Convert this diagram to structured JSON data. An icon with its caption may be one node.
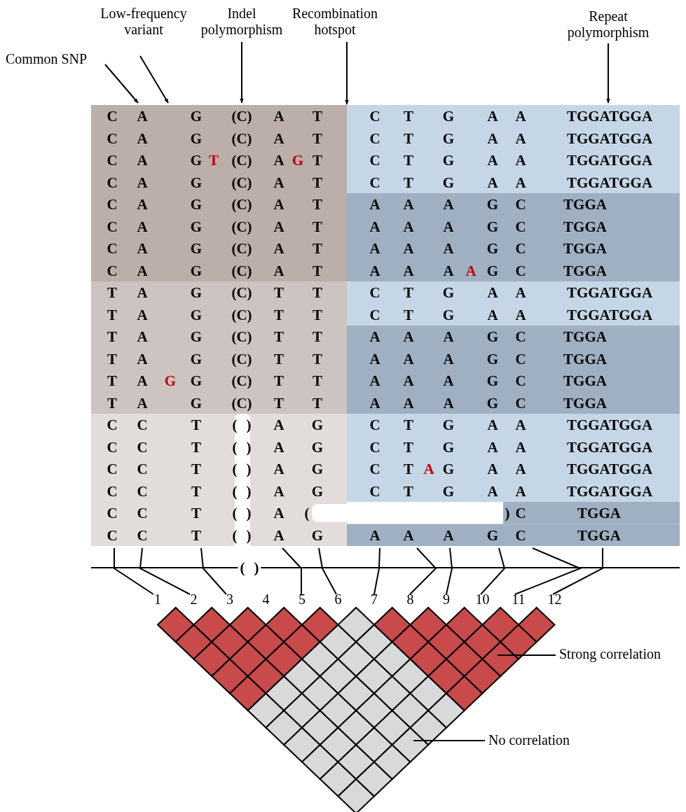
{
  "diagram": {
    "nodes": [
      {
        "text": [
          "Common SNP"
        ]
      },
      {
        "text": [
          "Low-frequency variant"
        ]
      },
      {
        "text": [
          "Indel polymorphism"
        ]
      },
      {
        "text": [
          "Recombination hotspot"
        ]
      },
      {
        "text": [
          "Repeat polymorphism"
        ]
      },
      {
        "text": [
          "1"
        ]
      },
      {
        "text": [
          "2"
        ]
      },
      {
        "text": [
          "3"
        ]
      },
      {
        "text": [
          "4"
        ]
      },
      {
        "text": [
          "5"
        ]
      },
      {
        "text": [
          "6"
        ]
      },
      {
        "text": [
          "7"
        ]
      },
      {
        "text": [
          "8"
        ]
      },
      {
        "text": [
          "9"
        ]
      },
      {
        "text": [
          "10"
        ]
      },
      {
        "text": [
          "11"
        ]
      },
      {
        "text": [
          "12"
        ]
      },
      {
        "text": [
          "Strong correlation"
        ]
      },
      {
        "text": [
          "No correlation"
        ]
      },
      {
        "text": [],
        "shape": "box"
      }
    ],
    "edges": [
      {
        "from": 0,
        "to": 19,
        "arrow": "to"
      },
      {
        "from": 1,
        "to": 19,
        "arrow": "to"
      },
      {
        "from": 2,
        "to": 19,
        "arrow": "to"
      },
      {
        "from": 3,
        "to": 19,
        "arrow": "to"
      },
      {
        "from": 4,
        "to": 19,
        "arrow": "to"
      },
      {
        "from": 5,
        "to": 19,
        "arrow": "none"
      },
      {
        "from": 6,
        "to": 19,
        "arrow": "none"
      },
      {
        "from": 7,
        "to": 19,
        "arrow": "none"
      },
      {
        "from": 9,
        "to": 19,
        "arrow": "none"
      },
      {
        "from": 10,
        "to": 19,
        "arrow": "none"
      },
      {
        "from": 11,
        "to": 19,
        "arrow": "none"
      },
      {
        "from": 12,
        "to": 19,
        "arrow": "none"
      },
      {
        "from": 13,
        "to": 19,
        "arrow": "none"
      },
      {
        "from": 14,
        "to": 19,
        "arrow": "none"
      },
      {
        "from": 15,
        "to": 19,
        "arrow": "none"
      },
      {
        "from": 16,
        "to": 19,
        "arrow": "none"
      },
      {
        "from": 17,
        "to": null,
        "arrow": "none"
      },
      {
        "from": 18,
        "to": null,
        "arrow": "none"
      }
    ],
    "labels": [
      "C",
      "A",
      "G",
      "(C)",
      "A",
      "T",
      "C",
      "T",
      "G",
      "A",
      "A",
      "TGGATGGA",
      "C",
      "A",
      "G",
      "(C)",
      "A",
      "T",
      "C",
      "T",
      "G",
      "A",
      "A",
      "TGGATGGA",
      "C",
      "A",
      "G",
      "T",
      "(C)",
      "A",
      "G",
      "T",
      "C",
      "T",
      "G",
      "A",
      "A",
      "TGGATGGA",
      "C",
      "A",
      "G",
      "(C)",
      "A",
      "T",
      "C",
      "T",
      "G",
      "A",
      "A",
      "TGGATGGA",
      "C",
      "A",
      "G",
      "(C)",
      "A",
      "T",
      "A",
      "A",
      "A",
      "G",
      "C",
      "TGGA",
      "C",
      "A",
      "G",
      "(C)",
      "A",
      "T",
      "A",
      "A",
      "A",
      "G",
      "C",
      "TGGA",
      "C",
      "A",
      "G",
      "(C)",
      "A",
      "T",
      "A",
      "A",
      "A",
      "G",
      "C",
      "TGGA",
      "C",
      "A",
      "G",
      "(C)",
      "A",
      "T",
      "A",
      "A",
      "A",
      "A",
      "G",
      "C",
      "TGGA",
      "T",
      "A",
      "G",
      "(C)",
      "T",
      "T",
      "C",
      "T",
      "G",
      "A",
      "A",
      "TGGATGGA",
      "T",
      "A",
      "G",
      "(C)",
      "T",
      "T",
      "C",
      "T",
      "G",
      "A",
      "A",
      "TGGATGGA",
      "T",
      "A",
      "G",
      "(C)",
      "T",
      "T",
      "A",
      "A",
      "A",
      "G",
      "C",
      "TGGA",
      "T",
      "A",
      "G",
      "(C)",
      "T",
      "T",
      "A",
      "A",
      "A",
      "G",
      "C",
      "TGGA",
      "T",
      "A",
      "G",
      "G",
      "(C)",
      "T",
      "T",
      "A",
      "A",
      "A",
      "G",
      "C",
      "TGGA",
      "T",
      "A",
      "G",
      "(C)",
      "T",
      "T",
      "A",
      "A",
      "A",
      "G",
      "C",
      "TGGA",
      "C",
      "C",
      "T",
      "( )",
      "A",
      "G",
      "C",
      "T",
      "G",
      "A",
      "A",
      "TGGATGGA",
      "C",
      "C",
      "T",
      "( )",
      "A",
      "G",
      "C",
      "T",
      "G",
      "A",
      "A",
      "TGGATGGA",
      "C",
      "C",
      "T",
      "( )",
      "A",
      "G",
      "C",
      "T",
      "A",
      "G",
      "A",
      "A",
      "TGGATGGA",
      "C",
      "C",
      "T",
      "( )",
      "A",
      "G",
      "C",
      "T",
      "G",
      "A",
      "A",
      "TGGATGGA",
      "C",
      "C",
      "T",
      "( )",
      "A",
      "(",
      ")",
      "C",
      "TGGA",
      "C",
      "C",
      "T",
      "( )",
      "A",
      "G",
      "A",
      "A",
      "A",
      "G",
      "C",
      "TGGA",
      "( )"
    ]
  }
}
